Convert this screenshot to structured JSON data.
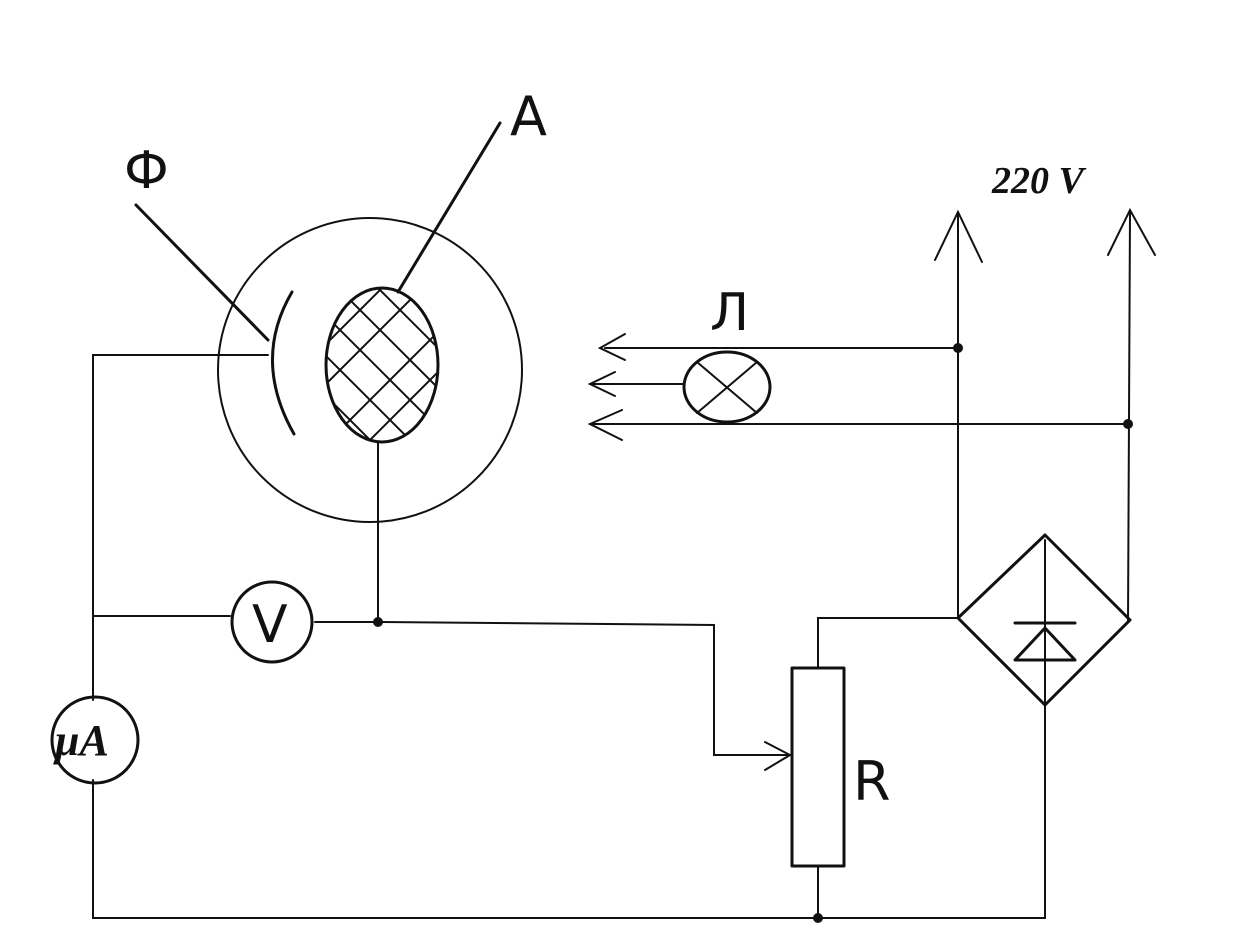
{
  "labels": {
    "photocathode": "Ф",
    "anode": "А",
    "lamp": "Л",
    "voltage": "220 V",
    "resistor": "R",
    "voltmeter": "V",
    "microammeter_mu": "μ",
    "microammeter_a": "A"
  },
  "colors": {
    "ink": "#111111",
    "background": "#ffffff"
  }
}
